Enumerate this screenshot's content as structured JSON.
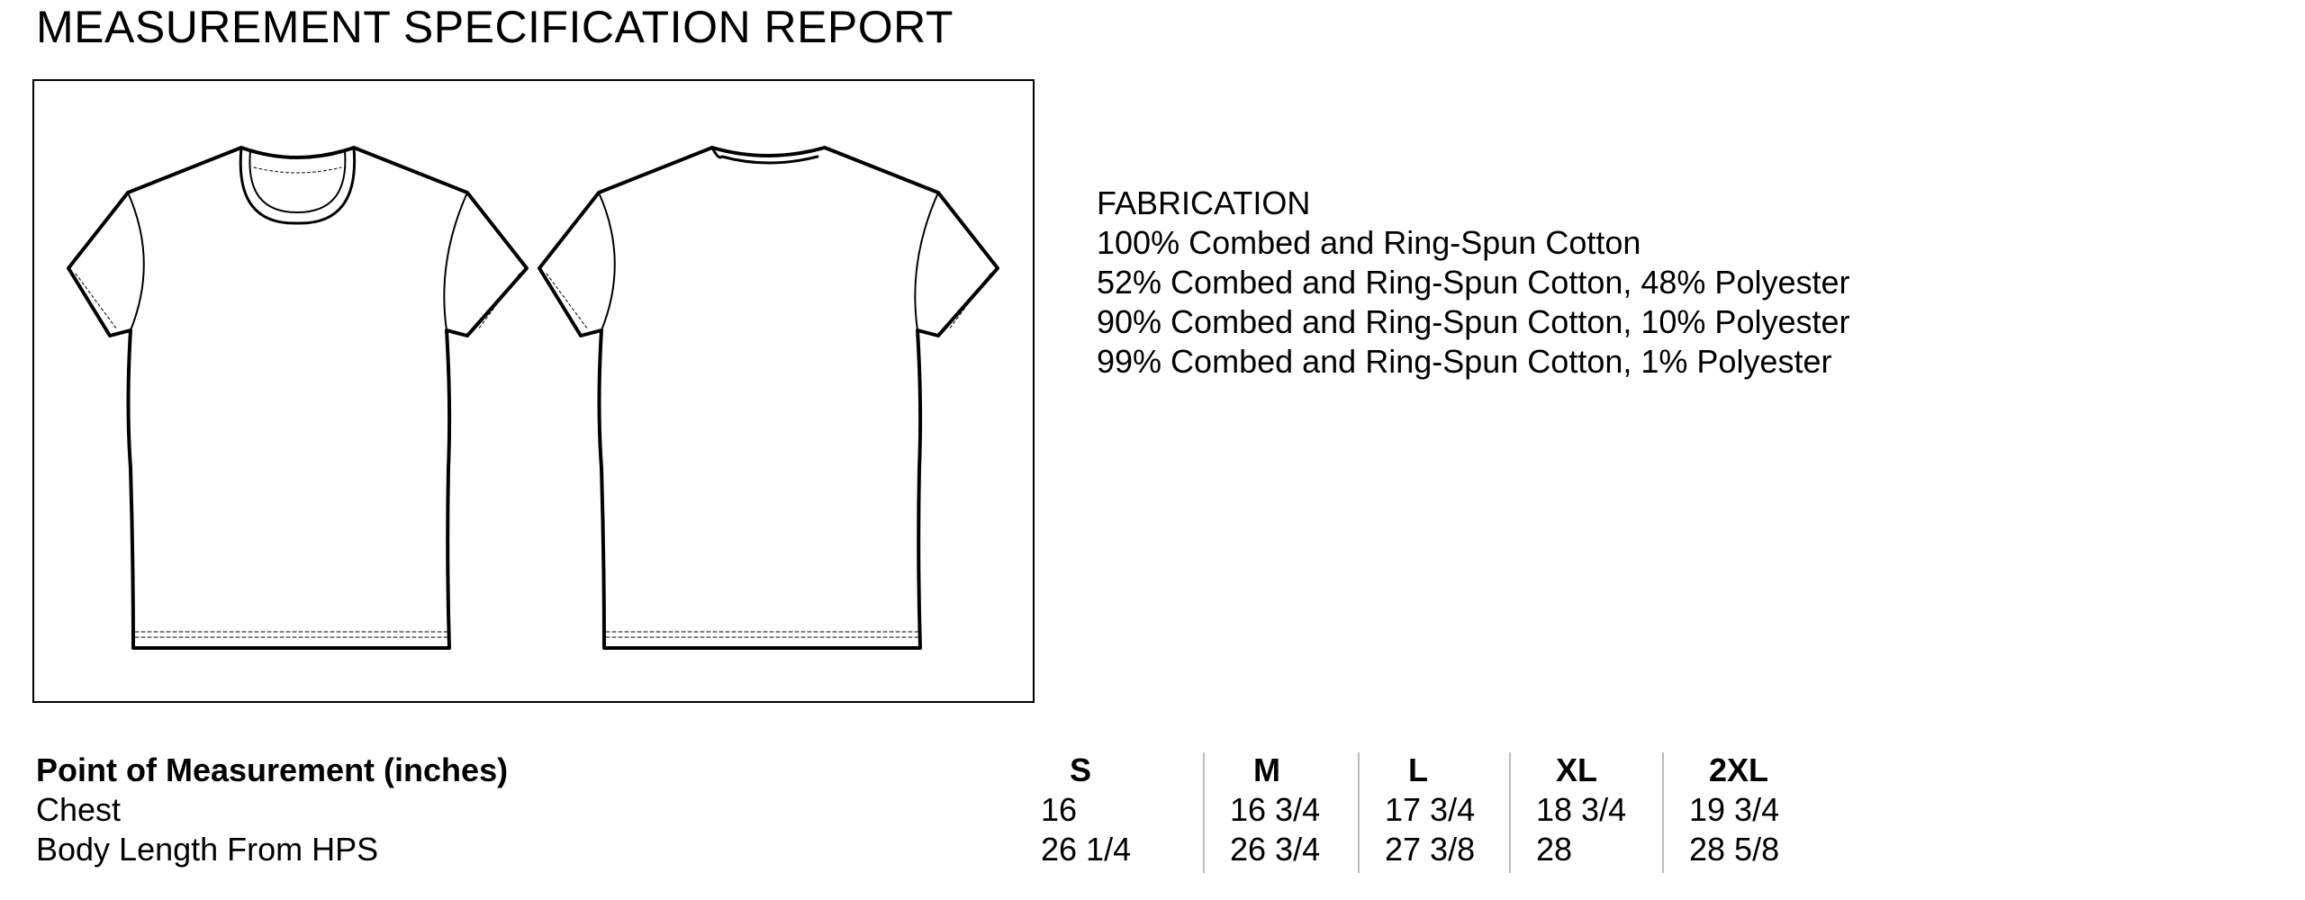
{
  "title": "MEASUREMENT SPECIFICATION REPORT",
  "fabrication": {
    "heading": "FABRICATION",
    "lines": [
      "100% Combed and Ring-Spun Cotton",
      "52% Combed and Ring-Spun Cotton, 48% Polyester",
      "90% Combed and Ring-Spun Cotton, 10% Polyester",
      "99% Combed and Ring-Spun Cotton, 1% Polyester"
    ]
  },
  "spec_table": {
    "header": "Point of Measurement (inches)",
    "sizes": [
      "S",
      "M",
      "L",
      "XL",
      "2XL"
    ],
    "rows": [
      {
        "label": "Chest",
        "values": [
          "16",
          "16 3/4",
          "17 3/4",
          "18 3/4",
          "19 3/4"
        ]
      },
      {
        "label": "Body Length From HPS",
        "values": [
          "26 1/4",
          "26 3/4",
          "27 3/8",
          "28",
          "28 5/8"
        ]
      }
    ]
  }
}
